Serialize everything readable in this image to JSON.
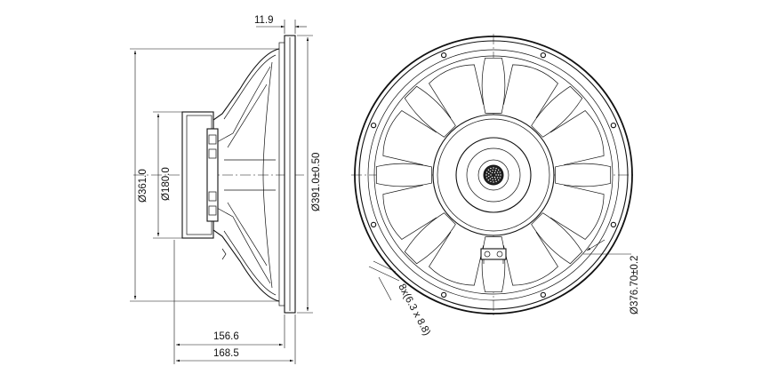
{
  "dimensions": {
    "flange_thickness": "11.9",
    "outer_diameter": "Ø391.0±0.50",
    "cone_diameter": "Ø361.0",
    "magnet_diameter": "Ø180.0",
    "depth_magnet": "156.6",
    "depth_total": "168.5",
    "bolt_circle": "Ø376.70±0.2",
    "mounting_holes": "8x(6.3 x 8.8)"
  },
  "colors": {
    "ink": "#111111",
    "background": "#ffffff"
  }
}
